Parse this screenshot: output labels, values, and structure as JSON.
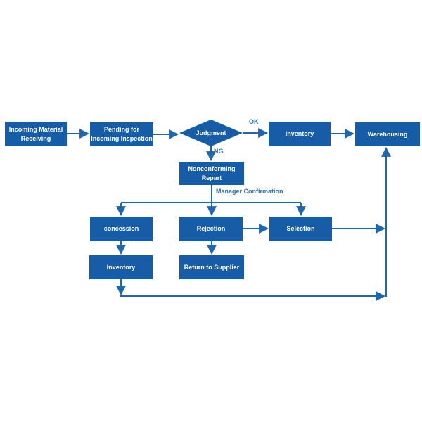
{
  "colors": {
    "background": "#ffffff",
    "node_fill": "#165ca6",
    "node_text": "#ffffff",
    "line": "#1e66ae",
    "label_text": "#2c73b6"
  },
  "diagram": {
    "nodes": [
      {
        "id": "incoming-material-receiving",
        "shape": "rect",
        "lines": [
          "Incoming Material",
          "Receiving"
        ]
      },
      {
        "id": "pending-for-incoming-inspection",
        "shape": "rect",
        "lines": [
          "Pending for",
          "Incoming Inspection"
        ]
      },
      {
        "id": "judgment",
        "shape": "diamond",
        "lines": [
          "Judgment"
        ]
      },
      {
        "id": "inventory-after-judgment",
        "shape": "rect",
        "lines": [
          "Inventory"
        ]
      },
      {
        "id": "warehousing",
        "shape": "rect",
        "lines": [
          "Warehousing"
        ]
      },
      {
        "id": "nonconforming-repart",
        "shape": "rect",
        "lines": [
          "Nonconforming",
          "Repart"
        ]
      },
      {
        "id": "concession",
        "shape": "rect",
        "lines": [
          "concession"
        ]
      },
      {
        "id": "rejection",
        "shape": "rect",
        "lines": [
          "Rejection"
        ]
      },
      {
        "id": "selection",
        "shape": "rect",
        "lines": [
          "Selection"
        ]
      },
      {
        "id": "inventory-after-concession",
        "shape": "rect",
        "lines": [
          "Inventory"
        ]
      },
      {
        "id": "return-to-supplier",
        "shape": "rect",
        "lines": [
          "Return to Supplier"
        ]
      }
    ],
    "edge_labels": {
      "ok": "OK",
      "ng": "NG",
      "manager_confirmation": "Manager Confirmation"
    }
  }
}
